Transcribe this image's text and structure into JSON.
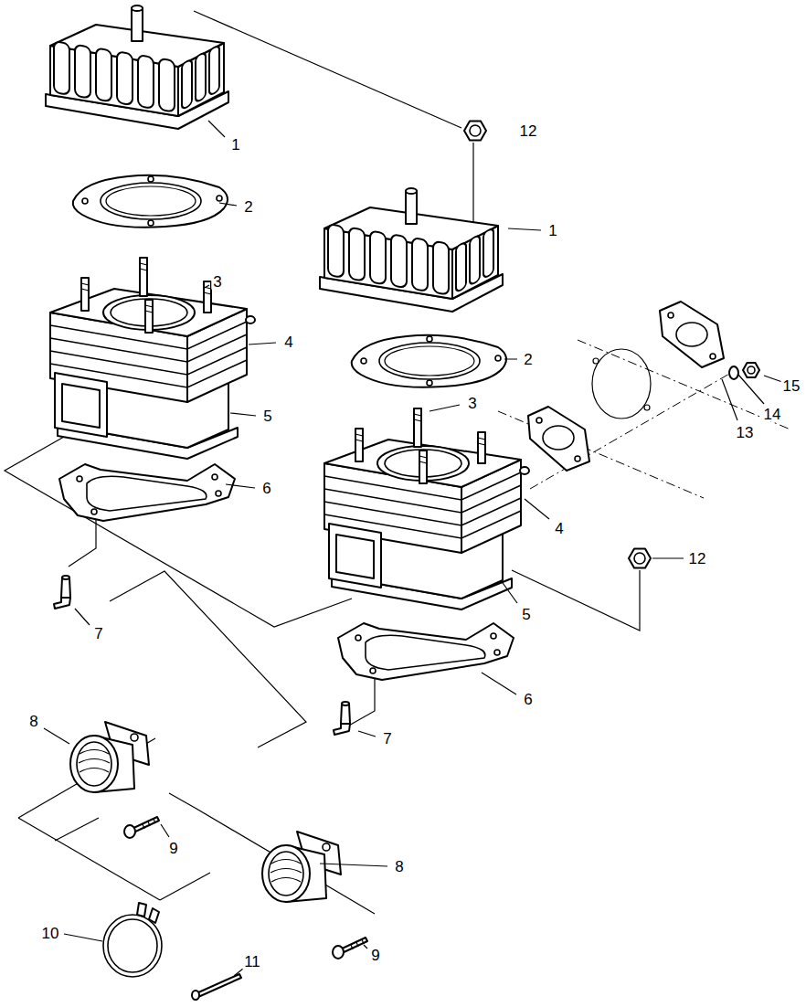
{
  "diagram": {
    "labels": [
      "1",
      "12",
      "2",
      "1",
      "3",
      "4",
      "2",
      "15",
      "5",
      "13",
      "14",
      "6",
      "3",
      "4",
      "12",
      "5",
      "7",
      "6",
      "8",
      "7",
      "9",
      "8",
      "10",
      "11",
      "9"
    ]
  }
}
